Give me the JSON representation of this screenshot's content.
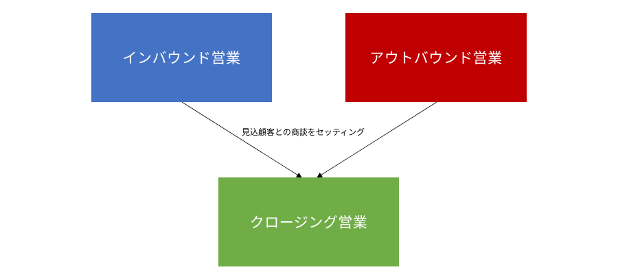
{
  "diagram": {
    "nodes": {
      "inbound": {
        "label": "インバウンド営業",
        "color": "#4472C4"
      },
      "outbound": {
        "label": "アウトバウンド営業",
        "color": "#C00000"
      },
      "closing": {
        "label": "クロージング営業",
        "color": "#70AD47"
      }
    },
    "edge_label": "見込顧客との商談をセッティング",
    "edge_color": "#000000"
  }
}
